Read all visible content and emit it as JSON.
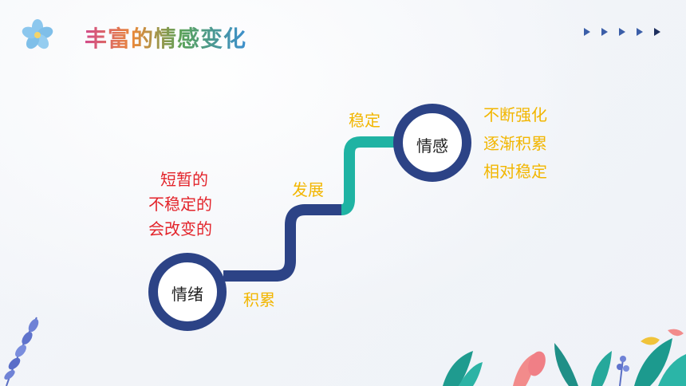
{
  "title": "丰富的情感变化",
  "nodes": {
    "start": "情绪",
    "end": "情感"
  },
  "steps": {
    "accumulate": "积累",
    "develop": "发展",
    "stable": "稳定"
  },
  "emotion_traits": [
    "短暂的",
    "不稳定的",
    "会改变的"
  ],
  "feeling_traits": [
    "不断强化",
    "逐渐积累",
    "相对稳定"
  ],
  "colors": {
    "path_dark": "#2c4386",
    "path_teal": "#1fb3a3",
    "label_yellow": "#f2b600",
    "label_red": "#e3242b"
  }
}
